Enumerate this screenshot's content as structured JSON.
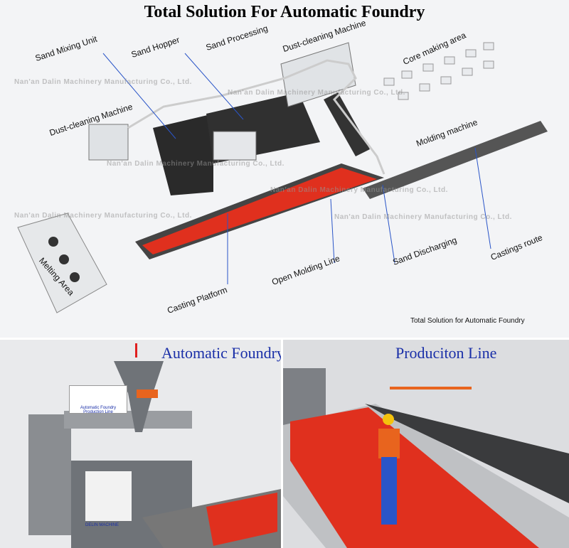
{
  "title": "Total Solution For Automatic Foundry",
  "watermark": "Nan'an Dalin Machinery Manufacturing Co., Ltd.",
  "labels": {
    "sand_mixing": "Sand Mixing Unit",
    "sand_hopper": "Sand Hopper",
    "sand_processing": "Sand Processing",
    "dust_cleaning_right": "Dust-cleaning Machine",
    "dust_cleaning_left": "Dust-cleaning Machine",
    "core_making": "Core making area",
    "molding_machine": "Molding machine",
    "melting_area": "Melting Area",
    "casting_platform": "Casting Platform",
    "open_molding_line": "Open Molding Line",
    "sand_discharging": "Sand Discharging",
    "castings_route": "Castings route"
  },
  "caption": "Total Solution for Automatic Foundry",
  "bottom": {
    "left_title": "Automatic Foundry",
    "right_title": "Produciton  Line",
    "sign_text": "Automatic Foundry Production Line",
    "machine_brand": "DELIN MACHINE"
  },
  "colors": {
    "accent_blue": "#1a2fa8",
    "mold_red": "#e0301e",
    "machine_gray": "#6f7378",
    "leader_line": "#2a55c8"
  }
}
